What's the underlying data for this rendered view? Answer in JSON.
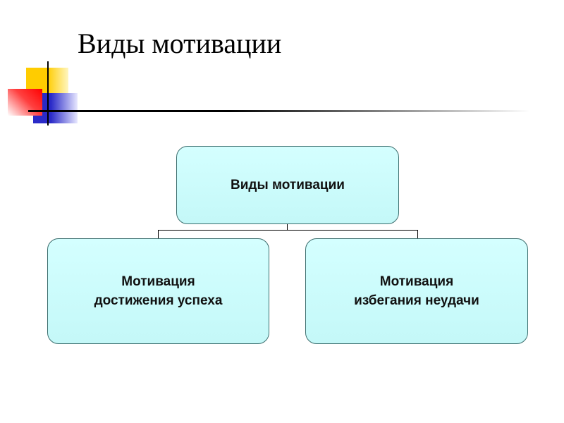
{
  "slide": {
    "title": "Виды мотивации"
  },
  "diagram": {
    "root": {
      "label": "Виды мотивации"
    },
    "children": [
      {
        "line1": "Мотивация",
        "line2": "достижения успеха"
      },
      {
        "line1": "Мотивация",
        "line2": "избегания неудачи"
      }
    ]
  },
  "colors": {
    "yellow": "#ffd21e",
    "red": "#ff1a1a",
    "blue": "#2a2ad0",
    "box_fill": "#ccffff"
  }
}
